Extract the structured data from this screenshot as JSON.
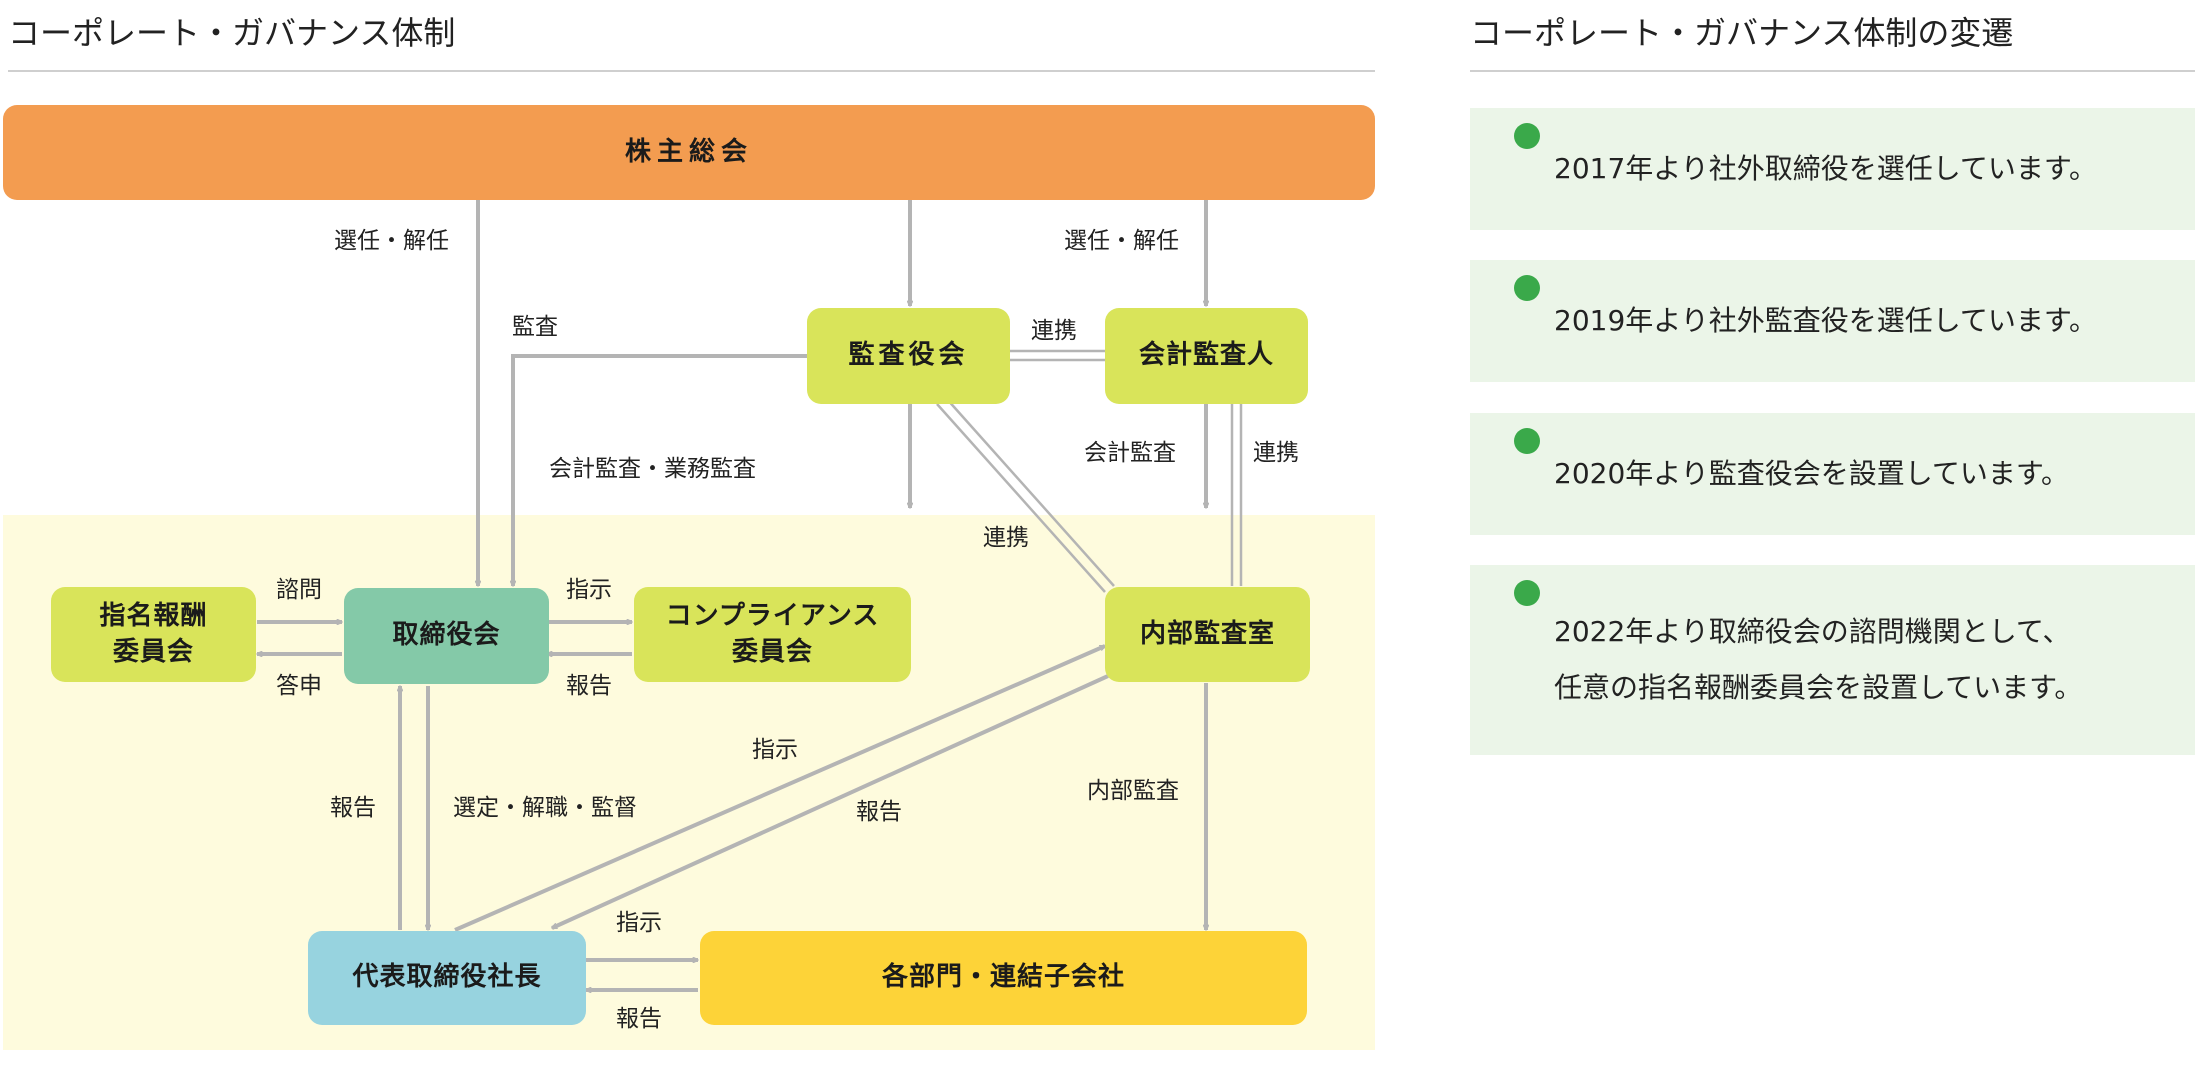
{
  "left_title": "コーポレート・ガバナンス体制",
  "right_title": "コーポレート・ガバナンス体制の変遷",
  "nodes": {
    "shareholders": "株主総会",
    "audit_board": "監査役会",
    "accounting_auditor": "会計監査人",
    "nomination_committee": "指名報酬\n委員会",
    "board": "取締役会",
    "compliance_committee": "コンプライアンス\n委員会",
    "internal_audit": "内部監査室",
    "president": "代表取締役社長",
    "departments": "各部門・連結子会社"
  },
  "edge_labels": {
    "elect_dismiss_left": "選任・解任",
    "elect_dismiss_right": "選任・解任",
    "audit": "監査",
    "cooperation_top": "連携",
    "accounting_business_audit": "会計監査・業務監査",
    "accounting_audit": "会計監査",
    "cooperation_right": "連携",
    "cooperation_diag": "連携",
    "consult": "諮問",
    "reply": "答申",
    "instruct_compliance": "指示",
    "report_compliance": "報告",
    "report_president_up": "報告",
    "select_dismiss_supervise": "選定・解職・監督",
    "instruct_diag": "指示",
    "report_diag": "報告",
    "internal_audit_label": "内部監査",
    "instruct_departments": "指示",
    "report_departments": "報告"
  },
  "history": [
    "2017年より社外取締役を選任しています。",
    "2019年より社外監査役を選任しています。",
    "2020年より監査役会を設置しています。",
    "2022年より取締役会の諮問機関として、\n任意の指名報酬委員会を設置しています。"
  ],
  "colors": {
    "shareholders": "#f39c50",
    "lime": "#d9e45a",
    "board": "#84c9a8",
    "president": "#97d3df",
    "departments": "#fdd338",
    "arrow": "#b4b4b4",
    "history_bg": "#ebf5e8",
    "dot": "#3aa94a"
  }
}
